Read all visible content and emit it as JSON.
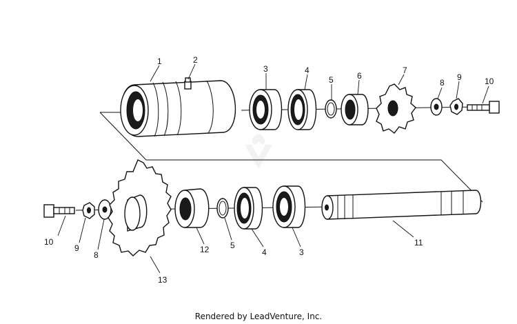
{
  "callouts": {
    "top_1": "1",
    "top_2": "2",
    "top_3": "3",
    "top_4": "4",
    "top_5": "5",
    "top_6": "6",
    "top_7": "7",
    "top_8": "8",
    "top_9": "9",
    "top_10": "10",
    "bot_10": "10",
    "bot_9": "9",
    "bot_8": "8",
    "bot_13": "13",
    "bot_12": "12",
    "bot_5": "5",
    "bot_4": "4",
    "bot_3": "3",
    "bot_11": "11"
  },
  "footer": "Rendered by LeadVenture, Inc."
}
